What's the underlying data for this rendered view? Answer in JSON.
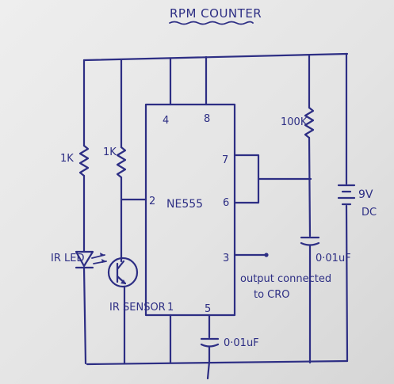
{
  "title": "RPM COUNTER",
  "ic": {
    "name": "NE555",
    "pins": {
      "p4": "4",
      "p8": "8",
      "p7": "7",
      "p6": "6",
      "p2": "2",
      "p3": "3",
      "p1": "1",
      "p5": "5"
    }
  },
  "labels": {
    "r1": "1K",
    "r2": "1K",
    "r3": "100K",
    "led": "IR LED",
    "sensor": "IR SENSOR",
    "cap_timing": "0·01uF",
    "cap_ctrl": "0·01uF",
    "battery_v": "9V",
    "battery_dc": "DC",
    "output_line1": "output connected",
    "output_line2": "to CRO"
  }
}
